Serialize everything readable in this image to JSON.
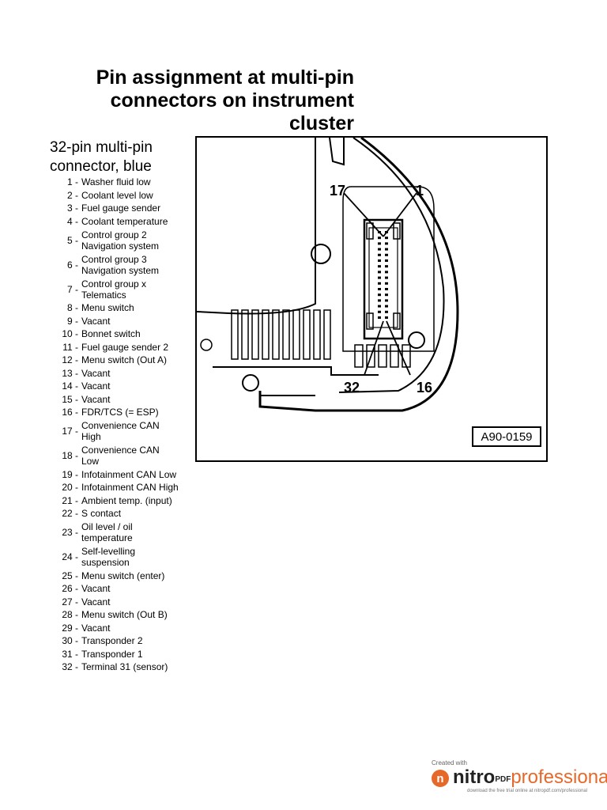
{
  "title_lines": [
    "Pin assignment at multi-pin",
    "connectors on instrument",
    "cluster"
  ],
  "subtitle_lines": [
    "32-pin multi-pin",
    "connector, blue"
  ],
  "pins": [
    {
      "num": "1 -",
      "desc": [
        "Washer fluid low"
      ]
    },
    {
      "num": "2 -",
      "desc": [
        "Coolant level low"
      ]
    },
    {
      "num": "3 -",
      "desc": [
        "Fuel gauge sender"
      ]
    },
    {
      "num": "4 -",
      "desc": [
        "Coolant temperature"
      ]
    },
    {
      "num": "5 -",
      "desc": [
        "Control group 2",
        "Navigation system"
      ]
    },
    {
      "num": "6 -",
      "desc": [
        "Control group 3",
        "Navigation system"
      ]
    },
    {
      "num": "7 -",
      "desc": [
        "Control group x",
        "Telematics"
      ]
    },
    {
      "num": "8 -",
      "desc": [
        "Menu switch"
      ]
    },
    {
      "num": "9 -",
      "desc": [
        "Vacant"
      ]
    },
    {
      "num": "10 -",
      "desc": [
        "Bonnet switch"
      ]
    },
    {
      "num": "11 -",
      "desc": [
        "Fuel gauge sender 2"
      ]
    },
    {
      "num": "12 -",
      "desc": [
        "Menu switch (Out A)"
      ]
    },
    {
      "num": "13 -",
      "desc": [
        "Vacant"
      ]
    },
    {
      "num": "14 -",
      "desc": [
        "Vacant"
      ]
    },
    {
      "num": "15 -",
      "desc": [
        "Vacant"
      ]
    },
    {
      "num": "16 -",
      "desc": [
        "FDR/TCS (= ESP)"
      ]
    },
    {
      "num": "17 -",
      "desc": [
        "Convenience CAN",
        "High"
      ]
    },
    {
      "num": "18 -",
      "desc": [
        "Convenience CAN",
        "Low"
      ]
    },
    {
      "num": "19 -",
      "desc": [
        "Infotainment CAN Low"
      ]
    },
    {
      "num": "20 -",
      "desc": [
        "Infotainment CAN High"
      ]
    },
    {
      "num": "21 -",
      "desc": [
        "Ambient temp. (input)"
      ]
    },
    {
      "num": "22 -",
      "desc": [
        "S contact"
      ]
    },
    {
      "num": "23 -",
      "desc": [
        "Oil level / oil",
        "temperature"
      ]
    },
    {
      "num": "24 -",
      "desc": [
        "Self-levelling",
        "suspension"
      ]
    },
    {
      "num": "25 -",
      "desc": [
        "Menu switch (enter)"
      ]
    },
    {
      "num": "26 -",
      "desc": [
        "Vacant"
      ]
    },
    {
      "num": "27 -",
      "desc": [
        "Vacant"
      ]
    },
    {
      "num": "28 -",
      "desc": [
        "Menu switch (Out B)"
      ]
    },
    {
      "num": "29 -",
      "desc": [
        "Vacant"
      ]
    },
    {
      "num": "30 -",
      "desc": [
        "Transponder 2"
      ]
    },
    {
      "num": "31 -",
      "desc": [
        "Transponder 1"
      ]
    },
    {
      "num": "32 -",
      "desc": [
        "Terminal 31 (sensor)"
      ]
    }
  ],
  "figure": {
    "callouts": {
      "pin17": "17",
      "pin1": "1",
      "pin32": "32",
      "pin16": "16"
    },
    "reference": "A90-0159"
  },
  "watermark": {
    "created_with": "Created with",
    "brand_name": "nitro",
    "brand_pdf": "PDF",
    "brand_suffix": "professional",
    "tagline": "download the free trial online at nitropdf.com/professional",
    "accent_color": "#e6692a"
  }
}
